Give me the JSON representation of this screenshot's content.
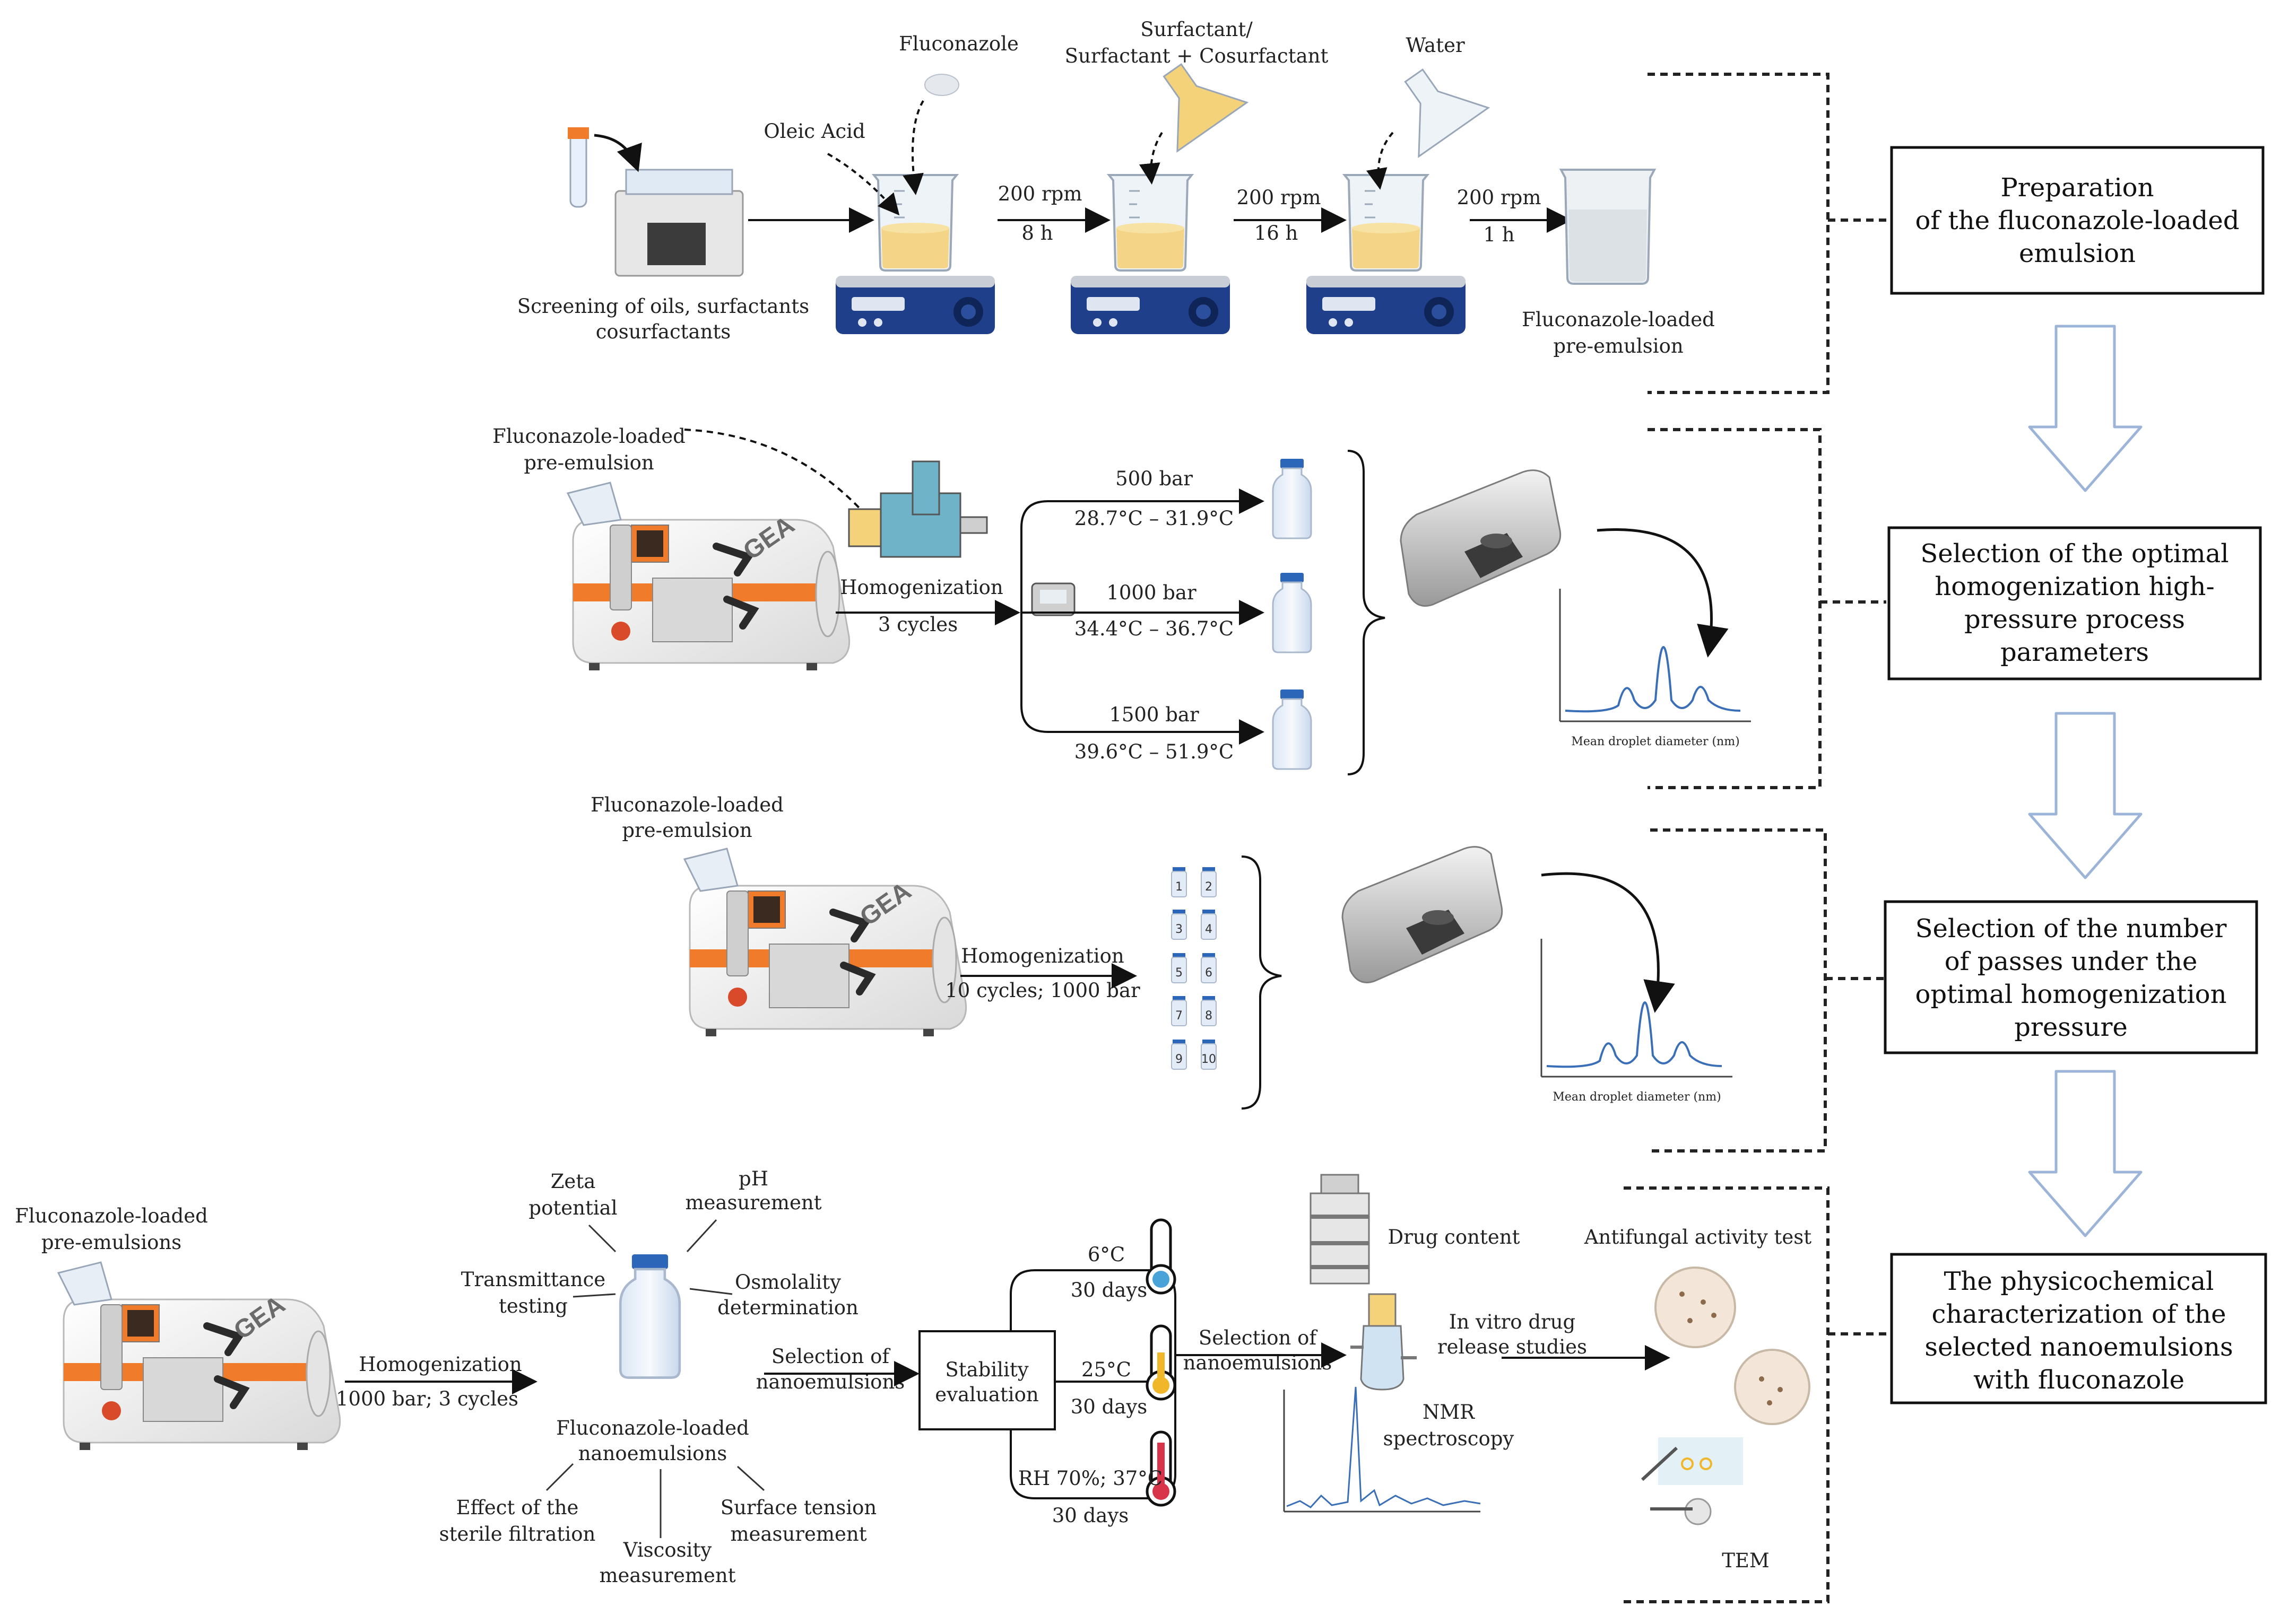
{
  "colors": {
    "accent_orange": "#f07b2a",
    "stirrer_blue": "#1f3f8a",
    "flow_arrow_outline": "#9cb4d8",
    "liquid_yellow": "#f4d27a",
    "dotted_line": "#222222"
  },
  "row1": {
    "fluconazole": "Fluconazole",
    "oleic_acid": "Oleic Acid",
    "surfactant_line1": "Surfactant/",
    "surfactant_line2": "Surfactant + Cosurfactant",
    "water": "Water",
    "step1_rpm": "200 rpm",
    "step1_time": "8 h",
    "step2_rpm": "200 rpm",
    "step2_time": "16 h",
    "step3_rpm": "200 rpm",
    "step3_time": "1 h",
    "screening_line1": "Screening of oils, surfactants",
    "screening_line2": "cosurfactants",
    "product_line1": "Fluconazole-loaded",
    "product_line2": "pre-emulsion"
  },
  "row2": {
    "input_line1": "Fluconazole-loaded",
    "input_line2": "pre-emulsion",
    "homogenization": "Homogenization",
    "cycles": "3 cycles",
    "p1": "500 bar",
    "t1": "28.7°C – 31.9°C",
    "p2": "1000 bar",
    "t2": "34.4°C – 36.7°C",
    "p3": "1500 bar",
    "t3": "39.6°C – 51.9°C",
    "graph_xlabel": "Mean droplet diameter (nm)"
  },
  "row3": {
    "input_line1": "Fluconazole-loaded",
    "input_line2": "pre-emulsion",
    "homogenization": "Homogenization",
    "conditions": "10 cycles; 1000 bar",
    "tubes": [
      "1",
      "2",
      "3",
      "4",
      "5",
      "6",
      "7",
      "8",
      "9",
      "10"
    ],
    "graph_xlabel": "Mean droplet diameter (nm)"
  },
  "row4": {
    "input_line1": "Fluconazole-loaded",
    "input_line2": "pre-emulsions",
    "homogenization": "Homogenization",
    "conditions": "1000 bar; 3 cycles",
    "zeta_line1": "Zeta",
    "zeta_line2": "potential",
    "ph_line1": "pH",
    "ph_line2": "measurement",
    "transmittance_line1": "Transmittance",
    "transmittance_line2": "testing",
    "osmolality_line1": "Osmolality",
    "osmolality_line2": "determination",
    "nano_line1": "Fluconazole-loaded",
    "nano_line2": "nanoemulsions",
    "sterile_line1": "Effect of the",
    "sterile_line2": "sterile filtration",
    "viscosity_line1": "Viscosity",
    "viscosity_line2": "measurement",
    "surface_line1": "Surface tension",
    "surface_line2": "measurement",
    "selection_line1": "Selection of",
    "selection_line2": "nanoemulsions",
    "stability_line1": "Stability",
    "stability_line2": "evaluation",
    "s1_temp": "6°C",
    "s1_days": "30 days",
    "s2_temp": "25°C",
    "s2_days": "30 days",
    "s3_temp": "RH 70%; 37°C",
    "s3_days": "30 days",
    "selection2_line1": "Selection of",
    "selection2_line2": "nanoemulsions",
    "drug_content": "Drug content",
    "release_line1": "In vitro drug",
    "release_line2": "release studies",
    "nmr_line1": "NMR",
    "nmr_line2": "spectroscopy",
    "antifungal": "Antifungal activity test",
    "tem": "TEM"
  },
  "steps": [
    {
      "lines": [
        "Preparation",
        "of the fluconazole-loaded",
        "emulsion"
      ]
    },
    {
      "lines": [
        "Selection of the optimal",
        "homogenization high-",
        "pressure process",
        "parameters"
      ]
    },
    {
      "lines": [
        "Selection of the number",
        "of passes under the",
        "optimal homogenization",
        "pressure"
      ]
    },
    {
      "lines": [
        "The physicochemical",
        "characterization of the",
        "selected nanoemulsions",
        "with fluconazole"
      ]
    }
  ]
}
